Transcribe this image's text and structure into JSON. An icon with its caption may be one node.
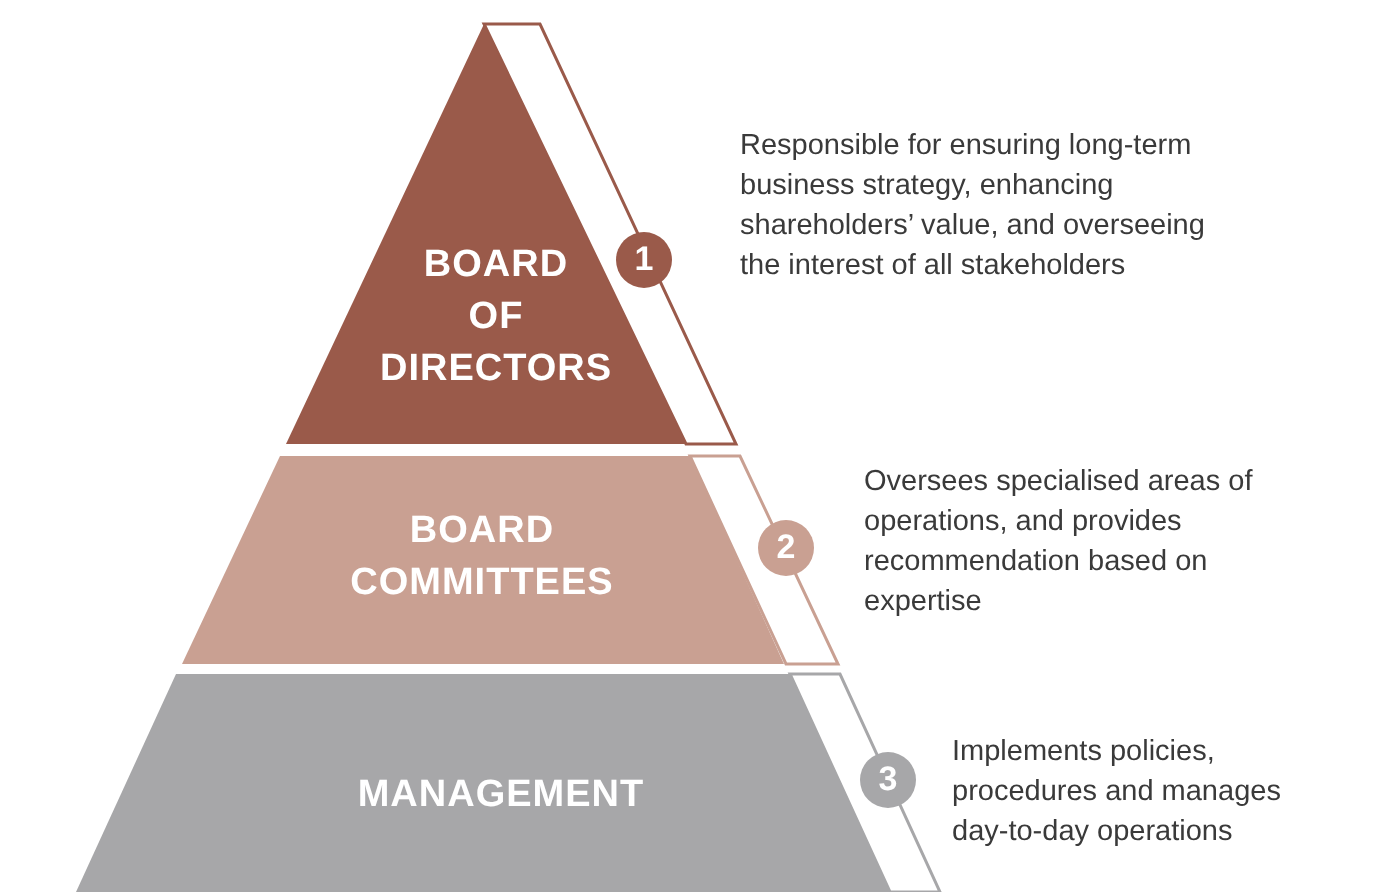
{
  "diagram": {
    "nodes": [
      {
        "text": [
          "BOARD OF DIRECTORS"
        ]
      },
      {
        "text": [
          "BOARD COMMITTEES"
        ]
      },
      {
        "text": [
          "MANAGEMENT"
        ]
      },
      {
        "text": [
          "1"
        ],
        "beside": [
          "Responsible for ensuring long-term business strategy, enhancing shareholders’ value, and overseeing the interest of all stakeholders"
        ]
      },
      {
        "text": [
          "2"
        ],
        "beside": [
          "Oversees specialised areas of operations, and provides recommendation based on expertise"
        ]
      },
      {
        "text": [
          "3"
        ],
        "beside": [
          "Implements policies, procedures and manages day-to-day operations"
        ]
      }
    ]
  }
}
